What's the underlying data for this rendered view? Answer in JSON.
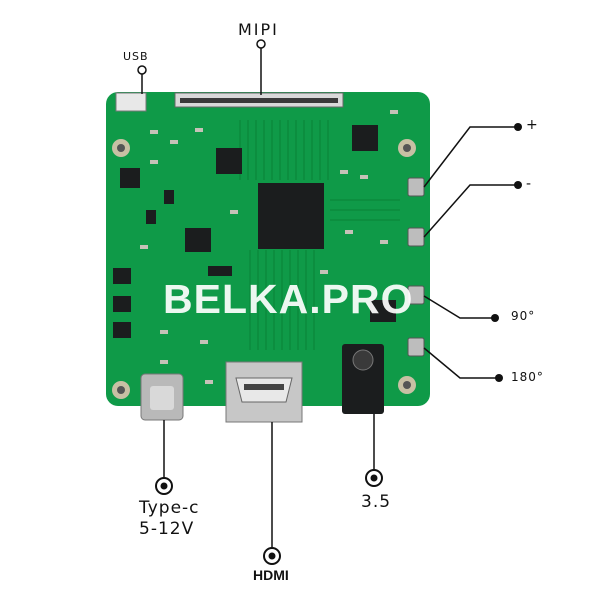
{
  "labels": {
    "mipi": "MIPI",
    "usb": "USB",
    "plus": "+",
    "minus": "-",
    "deg90": "90°",
    "deg180": "180°",
    "typec_line1": "Type-c",
    "typec_line2": "5-12V",
    "jack": "3.5",
    "hdmi": "HDMI"
  },
  "watermark": "BELKA.PRO",
  "colors": {
    "pcb": "#0f9a48",
    "pcb_trace": "#0c8a3e",
    "chip": "#1b1d1e",
    "metal": "#c7c7c7",
    "line": "#111111"
  }
}
